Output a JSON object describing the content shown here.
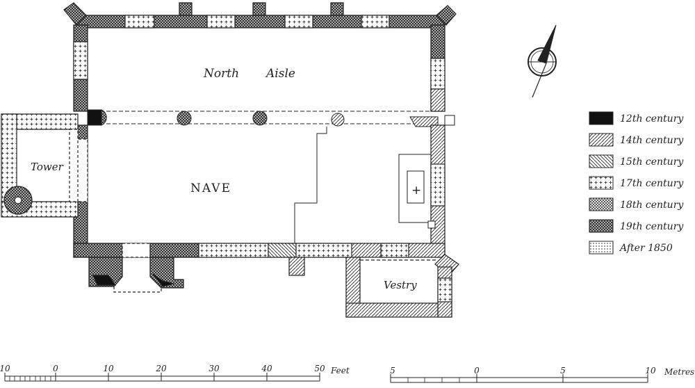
{
  "rooms": {
    "north_aisle_1": "North",
    "north_aisle_2": "Aisle",
    "nave": "NAVE",
    "tower": "Tower",
    "vestry": "Vestry"
  },
  "altar_symbol": "+",
  "legend": [
    {
      "label": "12th century",
      "pattern": "solid",
      "color": "#111111"
    },
    {
      "label": "14th century",
      "pattern": "hatch-fwd"
    },
    {
      "label": "15th century",
      "pattern": "hatch-back"
    },
    {
      "label": "17th century",
      "pattern": "crosses"
    },
    {
      "label": "18th century",
      "pattern": "dense-cross"
    },
    {
      "label": "19th century",
      "pattern": "crosshatch"
    },
    {
      "label": "After 1850",
      "pattern": "dots"
    }
  ],
  "scale_feet": {
    "ticks": [
      "10",
      "0",
      "10",
      "20",
      "30",
      "40",
      "50"
    ],
    "unit": "Feet"
  },
  "scale_metres": {
    "ticks": [
      "5",
      "0",
      "5",
      "10"
    ],
    "unit": "Metres"
  },
  "colors": {
    "ink": "#222222",
    "paper": "#ffffff"
  }
}
